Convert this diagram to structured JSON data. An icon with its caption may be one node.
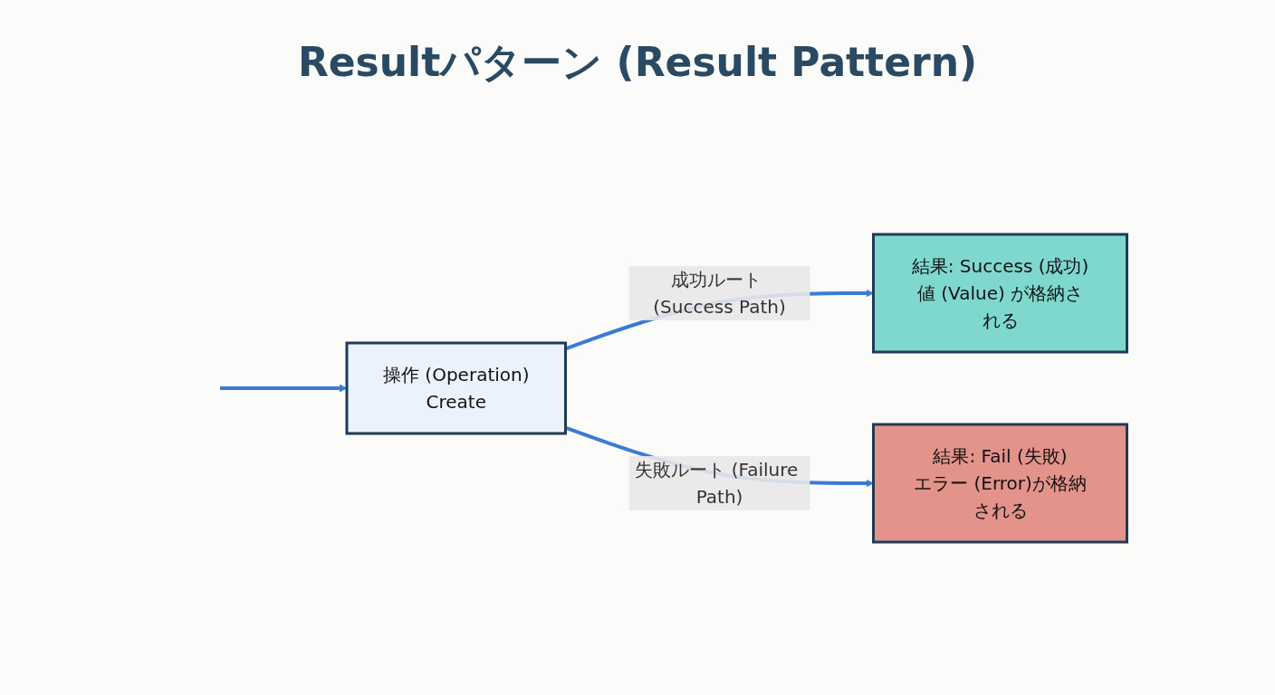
{
  "diagram": {
    "title": "Resultパターン (Result Pattern)",
    "nodes": [
      {
        "text": [
          "操作 (Operation)",
          "Create"
        ]
      },
      {
        "text": [
          "結果: Success (成功)",
          "値 (Value) が格納される"
        ]
      },
      {
        "text": [
          "結果: Fail (失敗)",
          "エラー (Error)が格納される"
        ]
      }
    ],
    "edges": [
      {
        "from": null,
        "to": 0,
        "arrow": "to"
      },
      {
        "from": 0,
        "to": 1,
        "label": "成功ルート (Success Path)",
        "arrow": "to"
      },
      {
        "from": 0,
        "to": 2,
        "label": "失敗ルート (Failure Path)",
        "arrow": "to"
      }
    ]
  }
}
